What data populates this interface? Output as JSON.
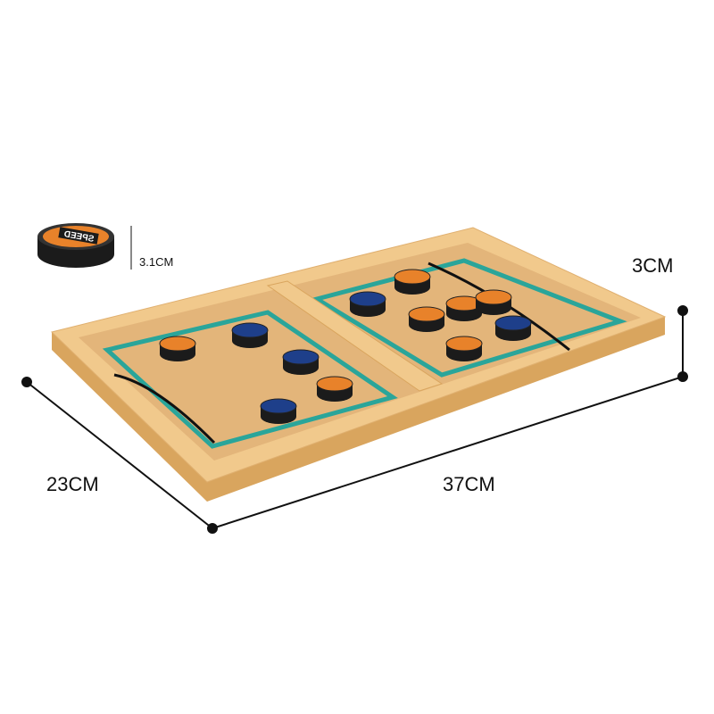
{
  "dimensions": {
    "puck_height": "3.1CM",
    "board_height": "3CM",
    "board_width": "23CM",
    "board_length": "37CM"
  },
  "puck_logo_text": "SPEED",
  "colors": {
    "wood": "#f1c98c",
    "wood_dark": "#d9a55e",
    "court_line": "#2aa59a",
    "puck_orange": "#e8822a",
    "puck_blue": "#1e3f8a",
    "puck_black": "#1b1b1b"
  }
}
